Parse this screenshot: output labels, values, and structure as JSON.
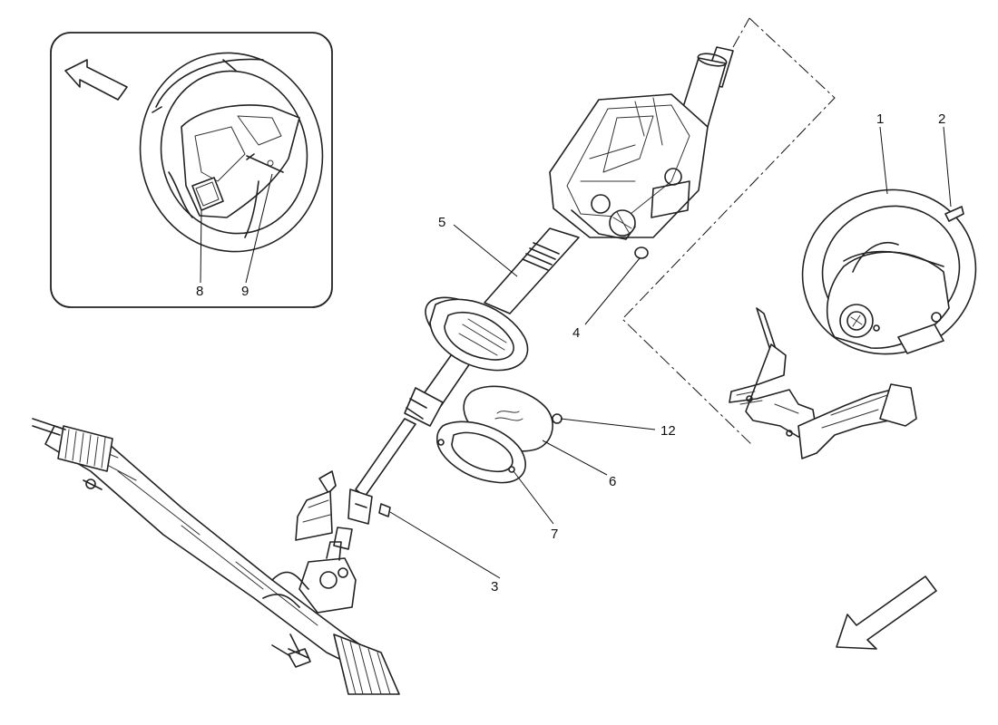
{
  "callouts": {
    "c1": "1",
    "c2": "2",
    "c3": "3",
    "c4": "4",
    "c5": "5",
    "c6": "6",
    "c7": "7",
    "c8": "8",
    "c9": "9",
    "c12": "12"
  },
  "icons": {
    "inset_arrow": "direction-arrow-icon",
    "view_arrow": "direction-arrow-icon"
  },
  "colors": {
    "ink": "#222222",
    "background": "#ffffff"
  }
}
